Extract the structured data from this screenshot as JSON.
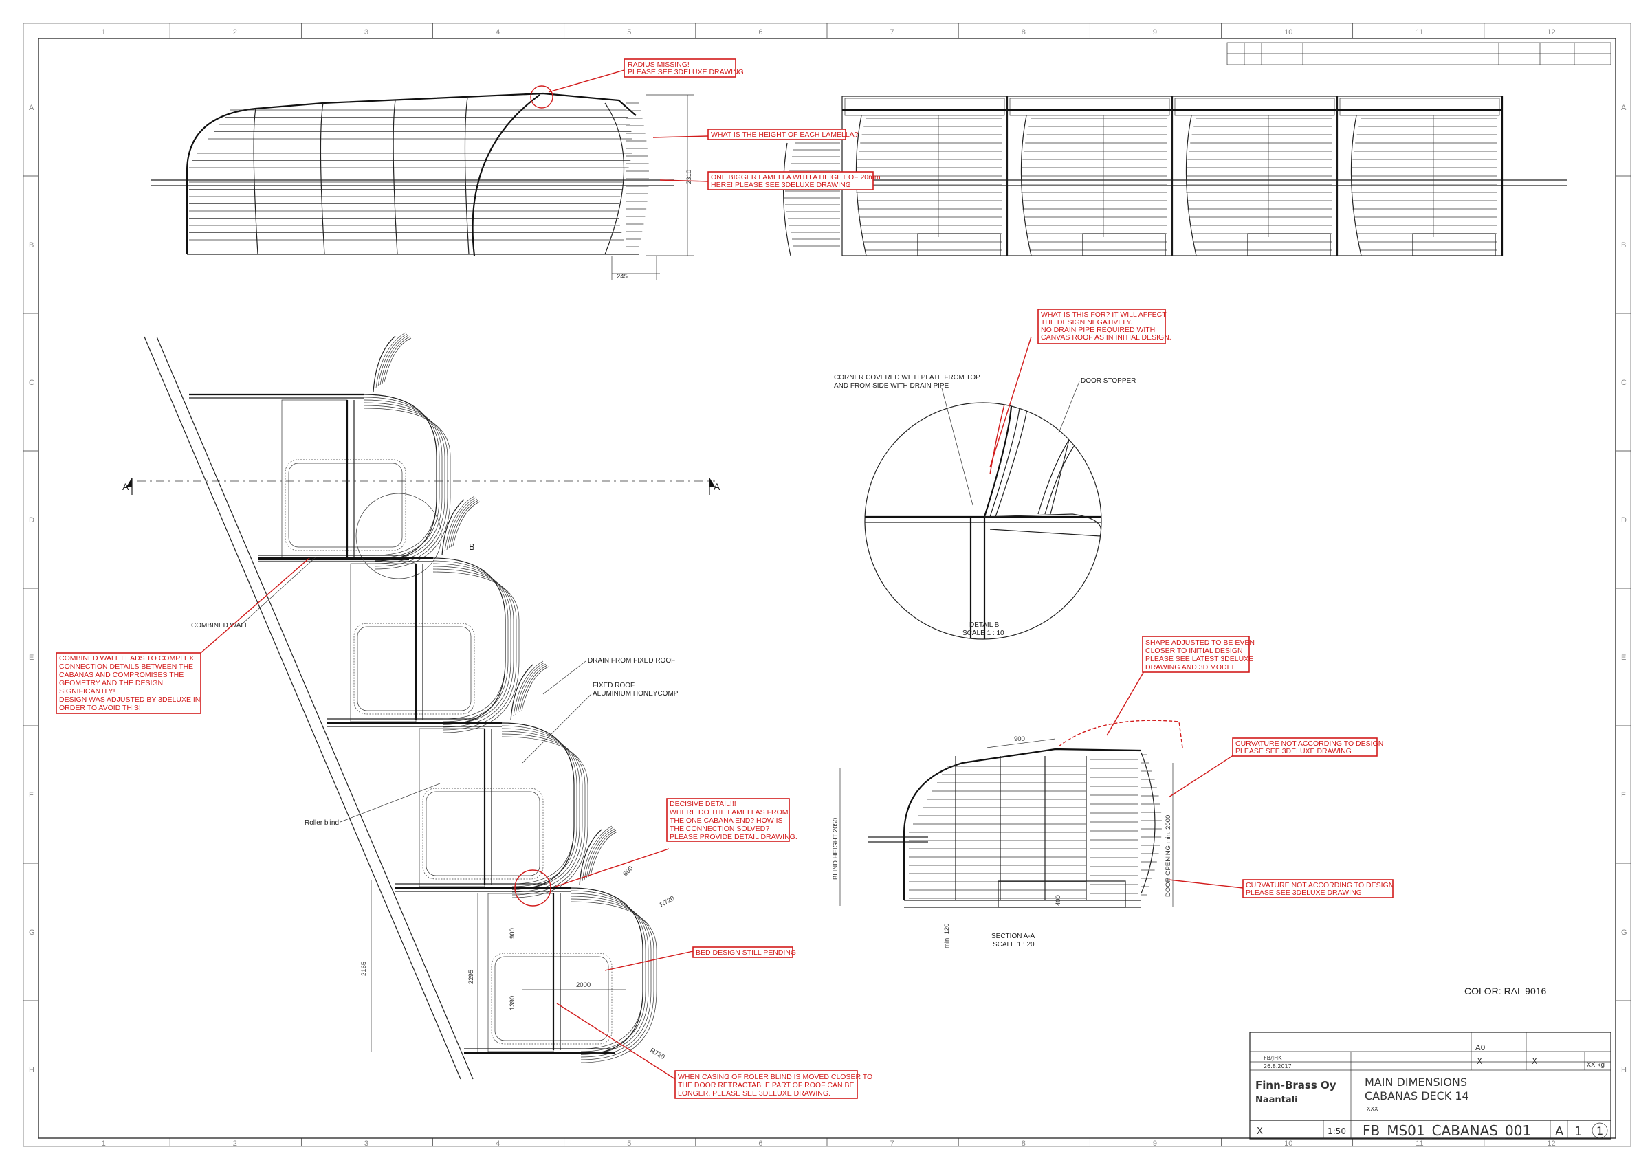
{
  "sheet": {
    "grid_columns": [
      "1",
      "2",
      "3",
      "4",
      "5",
      "6",
      "7",
      "8",
      "9",
      "10",
      "11",
      "12"
    ],
    "grid_rows": [
      "A",
      "B",
      "C",
      "D",
      "E",
      "F",
      "G",
      "H"
    ]
  },
  "annotations": {
    "radius_missing": [
      "RADIUS MISSING!",
      "PLEASE SEE 3DELUXE DRAWING"
    ],
    "lamella_height": [
      "WHAT IS THE HEIGHT OF EACH LAMELLA?"
    ],
    "bigger_lamella": [
      "ONE BIGGER LAMELLA WITH A HEIGHT OF 20mm",
      "HERE! PLEASE SEE 3DELUXE DRAWING"
    ],
    "what_for": [
      "WHAT IS THIS FOR? IT WILL AFFECT",
      "THE DESIGN NEGATIVELY.",
      "NO DRAIN PIPE REQUIRED WITH",
      "CANVAS ROOF AS IN INITIAL DESIGN."
    ],
    "combined_wall": [
      "COMBINED WALL LEADS TO  COMPLEX",
      "CONNECTION DETAILS BETWEEN THE",
      "CABANAS AND COMPROMISES THE",
      "GEOMETRY AND THE DESIGN",
      "SIGNIFICANTLY!",
      "DESIGN WAS ADJUSTED BY 3DELUXE IN",
      "ORDER TO AVOID THIS!"
    ],
    "shape_adjusted": [
      "SHAPE ADJUSTED TO BE EVEN",
      "CLOSER TO INITIAL DESIGN",
      "PLEASE SEE LATEST 3DELUXE",
      "DRAWING AND 3D MODEL"
    ],
    "curvature_1": [
      "CURVATURE NOT ACCORDING TO DESIGN",
      "PLEASE SEE 3DELUXE DRAWING"
    ],
    "decisive": [
      "DECISIVE DETAIL!!!",
      "WHERE DO THE LAMELLAS FROM",
      "THE ONE CABANA END? HOW IS",
      "THE CONNECTION SOLVED?",
      "PLEASE PROVIDE DETAIL DRAWING."
    ],
    "curvature_2": [
      "CURVATURE NOT ACCORDING TO  DESIGN",
      "PLEASE SEE 3DELUXE DRAWING"
    ],
    "bed_design": [
      "BED DESIGN STILL PENDING"
    ],
    "roller_blind_note": [
      "WHEN CASING OF ROLER BLIND IS MOVED CLOSER TO",
      "THE DOOR RETRACTABLE PART OF ROOF CAN BE",
      "LONGER. PLEASE SEE 3DELUXE DRAWING."
    ]
  },
  "labels": {
    "section_a_left": "A",
    "section_a_right": "A",
    "detail_b_marker": "B",
    "combined_wall": "COMBINED WALL",
    "drain_fixed_roof": "DRAIN FROM FIXED ROOF",
    "fixed_roof": [
      "FIXED ROOF",
      "ALUMINIUM HONEYCOMP"
    ],
    "roller_blind": "Roller blind",
    "corner_covered": [
      "CORNER COVERED WITH PLATE FROM TOP",
      "AND FROM SIDE WITH DRAIN PIPE"
    ],
    "door_stopper": "DOOR STOPPER",
    "detail_b": [
      "DETAIL B",
      "SCALE 1 : 10"
    ],
    "section_aa": [
      "SECTION A-A",
      "SCALE 1 : 20"
    ],
    "color": "COLOR: RAL 9016"
  },
  "dimensions": {
    "d245": "245",
    "d2310": "2310",
    "d900": "900",
    "blind_height": "BLIND HEIGHT 2050",
    "door_opening": "DOOR OPENING min. 2000",
    "d400": "400",
    "min120": "min. 120",
    "d2165": "2165",
    "d2295": "2295",
    "d900b": "900",
    "d1390": "1390",
    "d2000": "2000",
    "d600": "600",
    "d820": "R720",
    "r720": "R720"
  },
  "title_block": {
    "company": "Finn-Brass Oy",
    "city": "Naantali",
    "title_1": "MAIN DIMENSIONS",
    "title_2": "CABANAS DECK 14",
    "sub": "XXX",
    "drawing_no": "FB_MS01_CABANAS_001",
    "scale": "1:50",
    "x1": "X",
    "x2": "X",
    "x3": "X",
    "size": "A0",
    "weight": "XX kg",
    "rev": "A",
    "sheet_no": "1",
    "sheet_total": "1",
    "designer": "FB/JHK",
    "date": "26.8.2017"
  }
}
